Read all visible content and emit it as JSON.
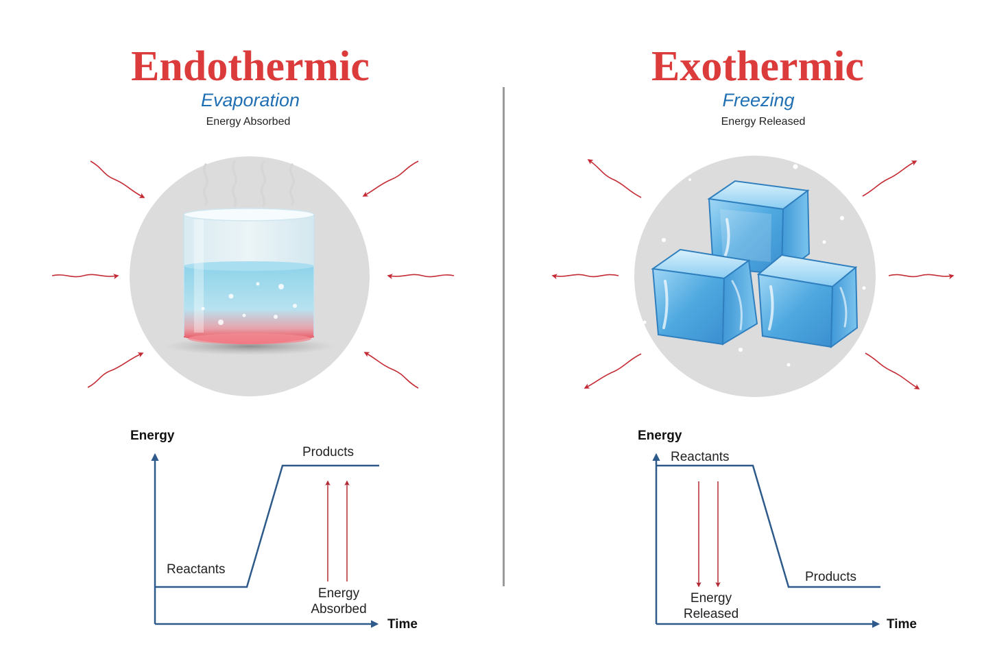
{
  "endothermic": {
    "title": "Endothermic",
    "process": "Evaporation",
    "caption": "Energy Absorbed",
    "graph": {
      "y_axis_label": "Energy",
      "x_axis_label": "Time",
      "low_level_label": "Reactants",
      "high_level_label": "Products",
      "arrow_label_line1": "Energy",
      "arrow_label_line2": "Absorbed"
    }
  },
  "exothermic": {
    "title": "Exothermic",
    "process": "Freezing",
    "caption": "Energy Released",
    "graph": {
      "y_axis_label": "Energy",
      "x_axis_label": "Time",
      "high_level_label": "Reactants",
      "low_level_label": "Products",
      "arrow_label_line1": "Energy",
      "arrow_label_line2": "Released"
    }
  },
  "colors": {
    "title": "#dc3b3b",
    "subtitle": "#1f6fb2",
    "axis": "#2d5a8a",
    "energy_arrow": "#b22a33",
    "heat_arrow": "#c42a33",
    "circle": "#dcdcdc",
    "water": "#8fd3ea",
    "ice": "#5fb6e8",
    "hot_liquid": "#e8303f"
  }
}
